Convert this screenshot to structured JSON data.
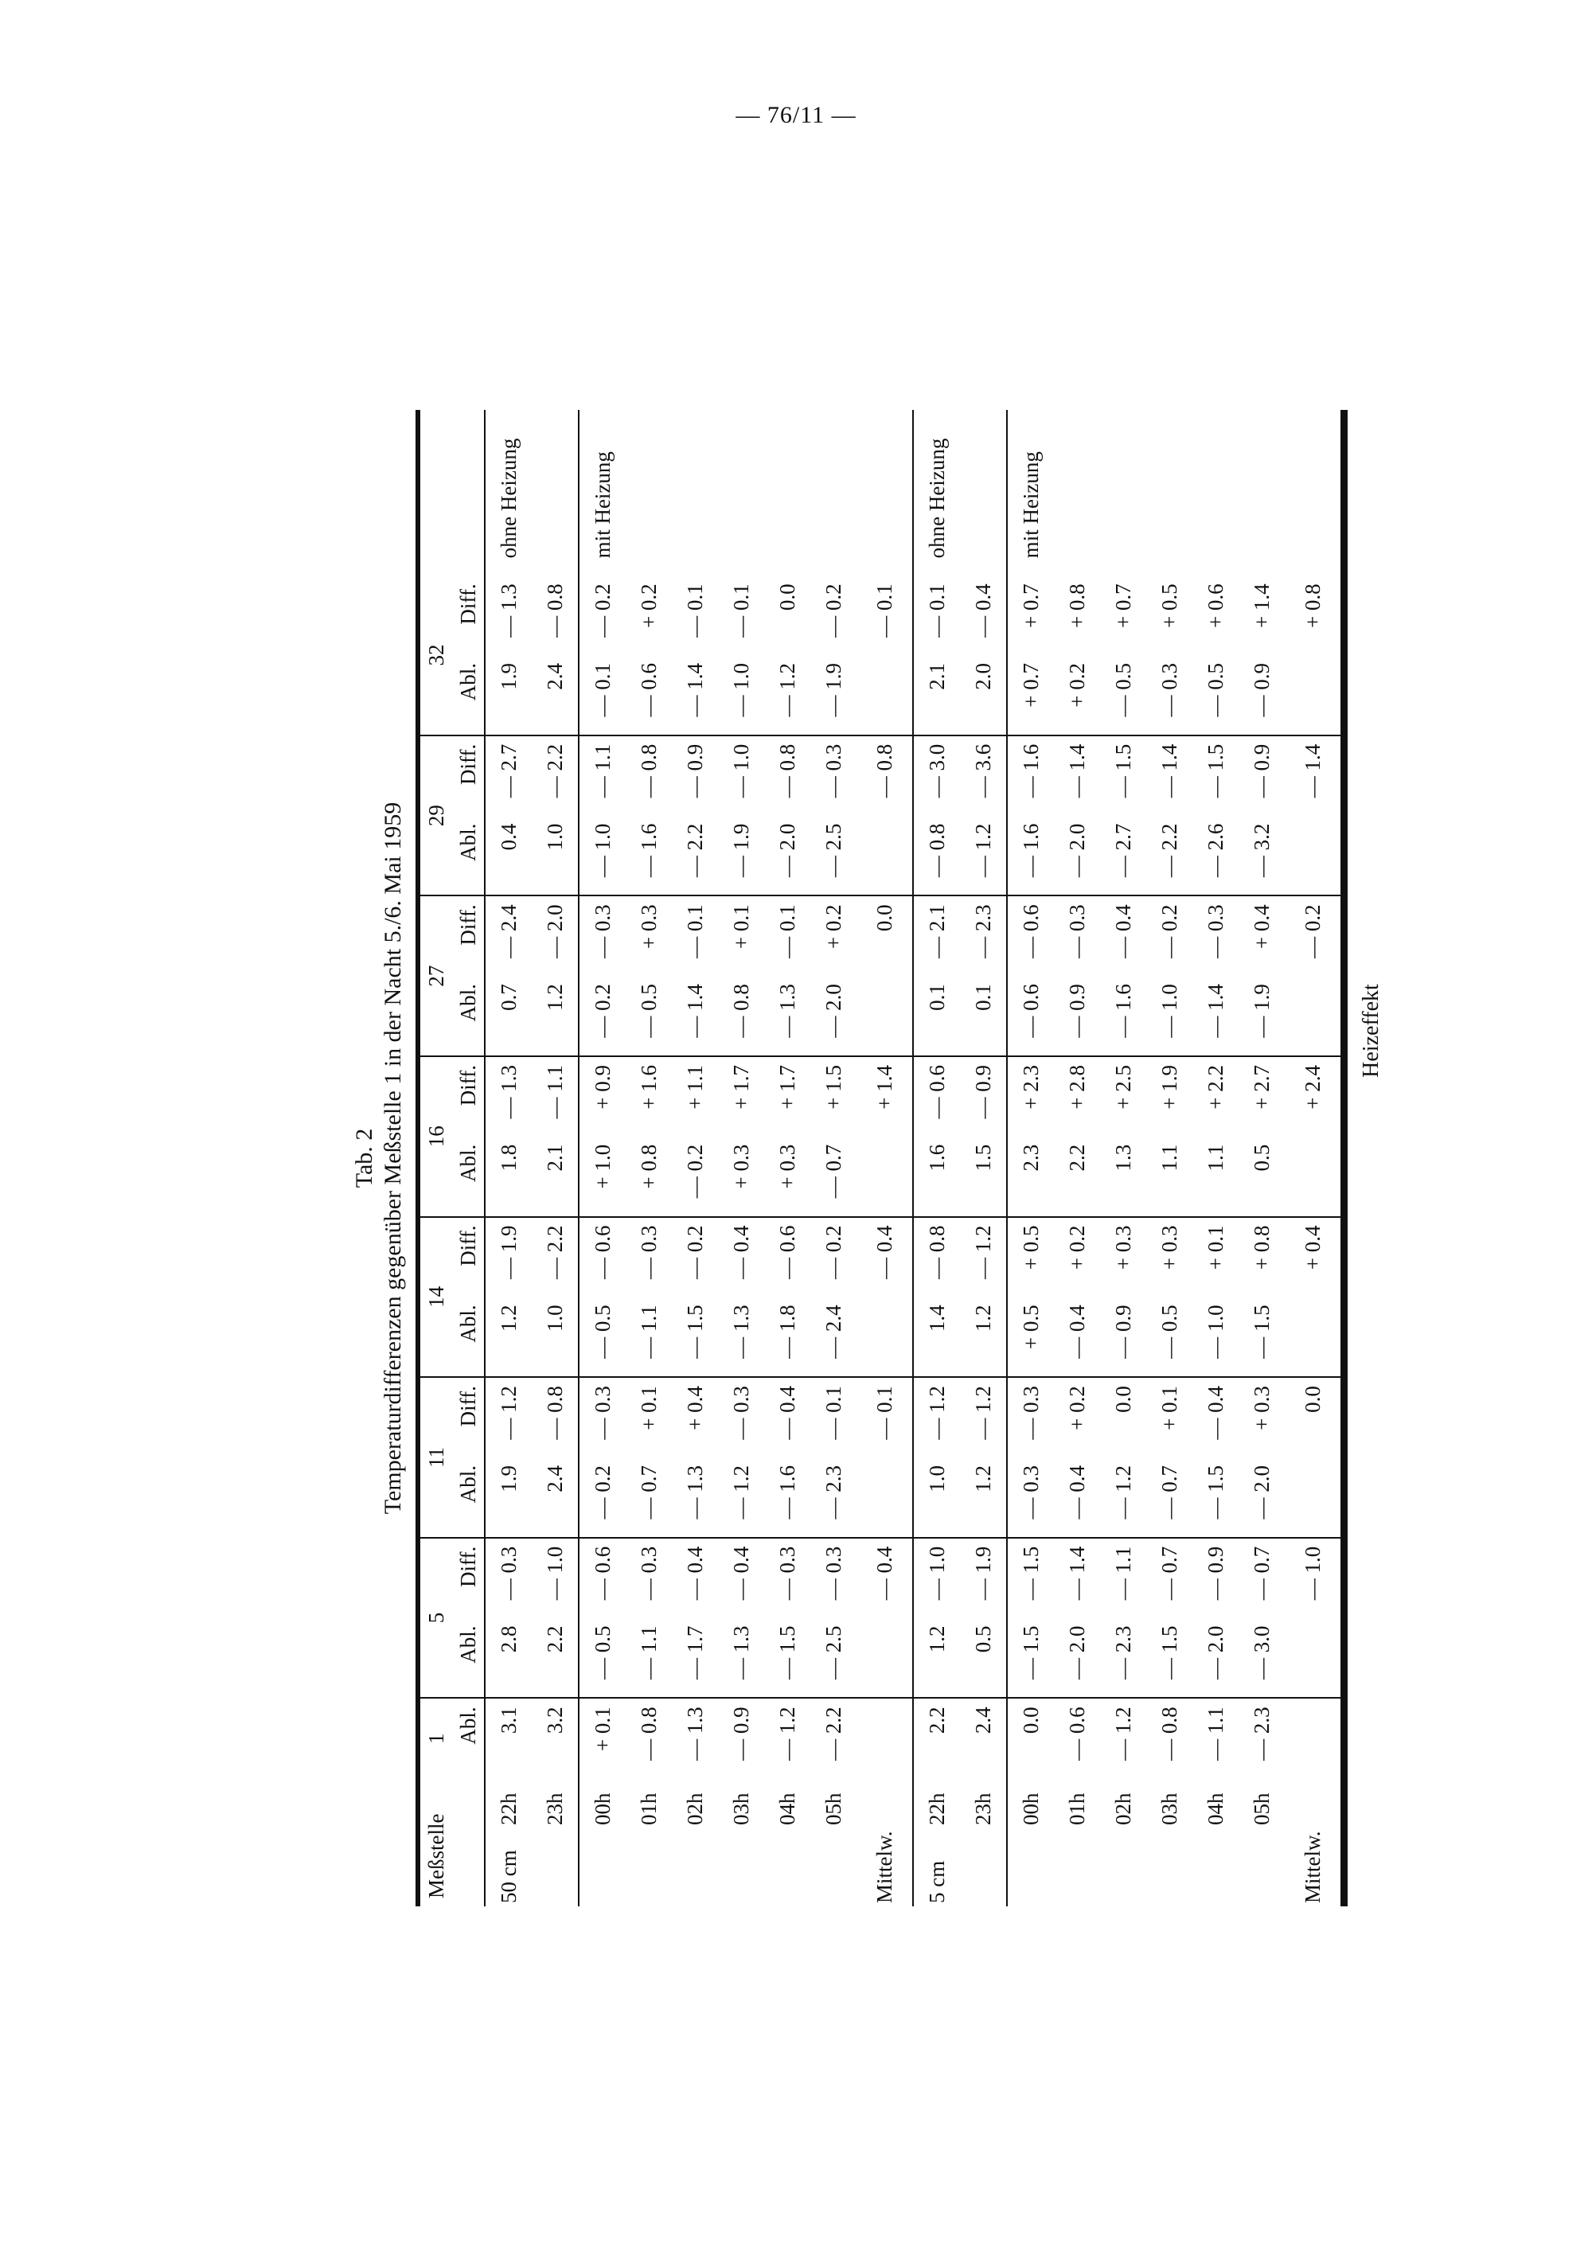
{
  "page_number": "— 76/11 —",
  "table_label": "Tab. 2",
  "caption": "Temperaturdifferenzen gegenüber Meßstelle 1 in der Nacht 5./6. Mai 1959",
  "header": {
    "station_label": "Meßstelle",
    "stations": [
      "1",
      "5",
      "11",
      "14",
      "16",
      "27",
      "29",
      "32"
    ],
    "abl": "Abl.",
    "diff": "Diff."
  },
  "sections": [
    {
      "label": "50 cm",
      "rows": [
        {
          "time": "22h",
          "v": [
            "3.1",
            "2.8",
            "— 0.3",
            "1.9",
            "— 1.2",
            "1.2",
            "— 1.9",
            "1.8",
            "— 1.3",
            "0.7",
            "— 2.4",
            "0.4",
            "— 2.7",
            "1.9",
            "— 1.3"
          ],
          "note": "ohne Heizung"
        },
        {
          "time": "23h",
          "v": [
            "3.2",
            "2.2",
            "— 1.0",
            "2.4",
            "— 0.8",
            "1.0",
            "— 2.2",
            "2.1",
            "— 1.1",
            "1.2",
            "— 2.0",
            "1.0",
            "— 2.2",
            "2.4",
            "— 0.8"
          ]
        },
        {
          "time": "00h",
          "v": [
            "+ 0.1",
            "— 0.5",
            "— 0.6",
            "— 0.2",
            "— 0.3",
            "— 0.5",
            "— 0.6",
            "+ 1.0",
            "+ 0.9",
            "— 0.2",
            "— 0.3",
            "— 1.0",
            "— 1.1",
            "— 0.1",
            "— 0.2"
          ],
          "note": "mit Heizung"
        },
        {
          "time": "01h",
          "v": [
            "— 0.8",
            "— 1.1",
            "— 0.3",
            "— 0.7",
            "+ 0.1",
            "— 1.1",
            "— 0.3",
            "+ 0.8",
            "+ 1.6",
            "— 0.5",
            "+ 0.3",
            "— 1.6",
            "— 0.8",
            "— 0.6",
            "+ 0.2"
          ]
        },
        {
          "time": "02h",
          "v": [
            "— 1.3",
            "— 1.7",
            "— 0.4",
            "— 1.3",
            "+ 0.4",
            "— 1.5",
            "— 0.2",
            "— 0.2",
            "+ 1.1",
            "— 1.4",
            "— 0.1",
            "— 2.2",
            "— 0.9",
            "— 1.4",
            "— 0.1"
          ]
        },
        {
          "time": "03h",
          "v": [
            "— 0.9",
            "— 1.3",
            "— 0.4",
            "— 1.2",
            "— 0.3",
            "— 1.3",
            "— 0.4",
            "+ 0.3",
            "+ 1.7",
            "— 0.8",
            "+ 0.1",
            "— 1.9",
            "— 1.0",
            "— 1.0",
            "— 0.1"
          ]
        },
        {
          "time": "04h",
          "v": [
            "— 1.2",
            "— 1.5",
            "— 0.3",
            "— 1.6",
            "— 0.4",
            "— 1.8",
            "— 0.6",
            "+ 0.3",
            "+ 1.7",
            "— 1.3",
            "— 0.1",
            "— 2.0",
            "— 0.8",
            "— 1.2",
            "0.0"
          ]
        },
        {
          "time": "05h",
          "v": [
            "— 2.2",
            "— 2.5",
            "— 0.3",
            "— 2.3",
            "— 0.1",
            "— 2.4",
            "— 0.2",
            "— 0.7",
            "+ 1.5",
            "— 2.0",
            "+ 0.2",
            "— 2.5",
            "— 0.3",
            "— 1.9",
            "— 0.2"
          ]
        }
      ],
      "mean": {
        "label": "Mittelw.",
        "v": [
          "",
          "",
          "— 0.4",
          "",
          "— 0.1",
          "",
          "— 0.4",
          "",
          "+ 1.4",
          "",
          "0.0",
          "",
          "— 0.8",
          "",
          "— 0.1"
        ]
      }
    },
    {
      "label": "5 cm",
      "rows": [
        {
          "time": "22h",
          "v": [
            "2.2",
            "1.2",
            "— 1.0",
            "1.0",
            "— 1.2",
            "1.4",
            "— 0.8",
            "1.6",
            "— 0.6",
            "0.1",
            "— 2.1",
            "— 0.8",
            "— 3.0",
            "2.1",
            "— 0.1"
          ],
          "note": "ohne Heizung"
        },
        {
          "time": "23h",
          "v": [
            "2.4",
            "0.5",
            "— 1.9",
            "1.2",
            "— 1.2",
            "1.2",
            "— 1.2",
            "1.5",
            "— 0.9",
            "0.1",
            "— 2.3",
            "— 1.2",
            "— 3.6",
            "2.0",
            "— 0.4"
          ]
        },
        {
          "time": "00h",
          "v": [
            "0.0",
            "— 1.5",
            "— 1.5",
            "— 0.3",
            "— 0.3",
            "+ 0.5",
            "+ 0.5",
            "2.3",
            "+ 2.3",
            "— 0.6",
            "— 0.6",
            "— 1.6",
            "— 1.6",
            "+ 0.7",
            "+ 0.7"
          ],
          "note": "mit Heizung"
        },
        {
          "time": "01h",
          "v": [
            "— 0.6",
            "— 2.0",
            "— 1.4",
            "— 0.4",
            "+ 0.2",
            "— 0.4",
            "+ 0.2",
            "2.2",
            "+ 2.8",
            "— 0.9",
            "— 0.3",
            "— 2.0",
            "— 1.4",
            "+ 0.2",
            "+ 0.8"
          ]
        },
        {
          "time": "02h",
          "v": [
            "— 1.2",
            "— 2.3",
            "— 1.1",
            "— 1.2",
            "0.0",
            "— 0.9",
            "+ 0.3",
            "1.3",
            "+ 2.5",
            "— 1.6",
            "— 0.4",
            "— 2.7",
            "— 1.5",
            "— 0.5",
            "+ 0.7"
          ]
        },
        {
          "time": "03h",
          "v": [
            "— 0.8",
            "— 1.5",
            "— 0.7",
            "— 0.7",
            "+ 0.1",
            "— 0.5",
            "+ 0.3",
            "1.1",
            "+ 1.9",
            "— 1.0",
            "— 0.2",
            "— 2.2",
            "— 1.4",
            "— 0.3",
            "+ 0.5"
          ]
        },
        {
          "time": "04h",
          "v": [
            "— 1.1",
            "— 2.0",
            "— 0.9",
            "— 1.5",
            "— 0.4",
            "— 1.0",
            "+ 0.1",
            "1.1",
            "+ 2.2",
            "— 1.4",
            "— 0.3",
            "— 2.6",
            "— 1.5",
            "— 0.5",
            "+ 0.6"
          ]
        },
        {
          "time": "05h",
          "v": [
            "— 2.3",
            "— 3.0",
            "— 0.7",
            "— 2.0",
            "+ 0.3",
            "— 1.5",
            "+ 0.8",
            "0.5",
            "+ 2.7",
            "— 1.9",
            "+ 0.4",
            "— 3.2",
            "— 0.9",
            "— 0.9",
            "+ 1.4"
          ]
        }
      ],
      "mean": {
        "label": "Mittelw.",
        "v": [
          "",
          "",
          "— 1.0",
          "",
          "0.0",
          "",
          "+ 0.4",
          "",
          "+ 2.4",
          "",
          "— 0.2",
          "",
          "— 1.4",
          "",
          "+ 0.8"
        ]
      }
    }
  ],
  "footer_label": "Heizeffekt"
}
